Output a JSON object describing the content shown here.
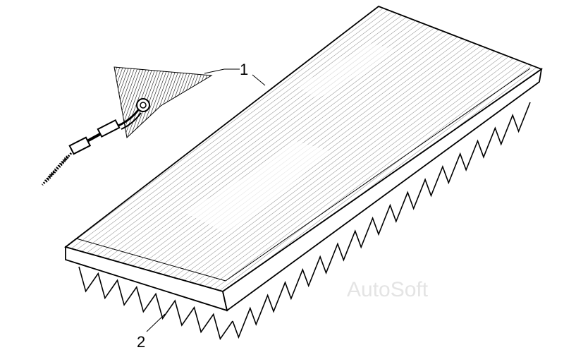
{
  "figure": {
    "callouts": [
      {
        "label": "1"
      },
      {
        "label": "2"
      }
    ],
    "watermark": "AutoSoft",
    "colors": {
      "ink": "#000000",
      "paper": "#ffffff",
      "watermark": "#e4e4e4"
    }
  }
}
